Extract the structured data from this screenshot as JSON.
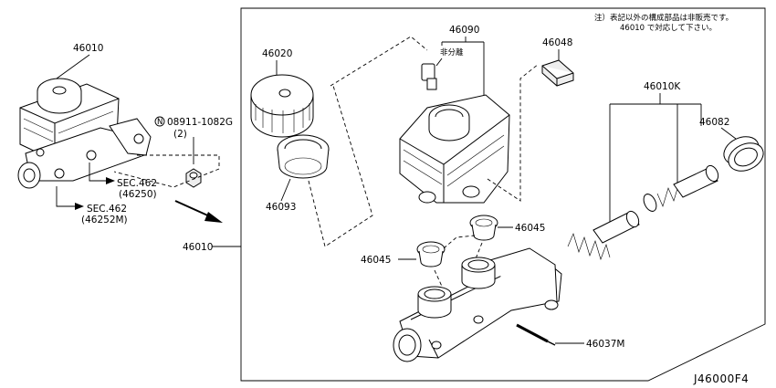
{
  "labels": {
    "assembly_top": "46010",
    "bolt": "08911-1082G",
    "bolt_qty": "(2)",
    "sec1": "SEC.462",
    "sec1_ref": "(46250)",
    "sec2": "SEC.462",
    "sec2_ref": "(46252M)",
    "assembly_left": "46010",
    "cap": "46020",
    "seal_ring": "46093",
    "reservoir": "46090",
    "non_separable": "非分離",
    "pin": "46048",
    "kit": "46010K",
    "cup_seal": "46082",
    "grommet_right": "46045",
    "grommet_left": "46045",
    "rod": "46037M"
  },
  "note": {
    "line1": "注）表記以外の構成部品は非販売です。",
    "line2": "46010 で対応して下さい。"
  },
  "diagram_code": "J46000F4"
}
